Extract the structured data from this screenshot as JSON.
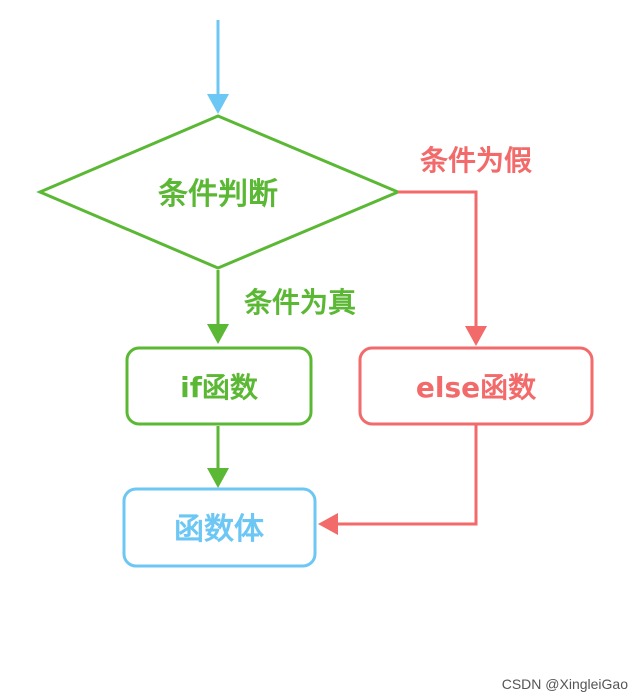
{
  "nodes": {
    "condition": {
      "label": "条件判断",
      "color": "#5bb834"
    },
    "if_func": {
      "label": "if函数",
      "color": "#5bb834"
    },
    "else_func": {
      "label": "else函数",
      "color": "#f26a6a"
    },
    "body_func": {
      "label": "函数体",
      "color": "#6dc7f4"
    }
  },
  "edges": {
    "true_label": {
      "text": "条件为真",
      "color": "#5bb834"
    },
    "false_label": {
      "text": "条件为假",
      "color": "#f26a6a"
    },
    "entry_color": "#6dc7f4"
  },
  "watermark": "CSDN @XingleiGao"
}
